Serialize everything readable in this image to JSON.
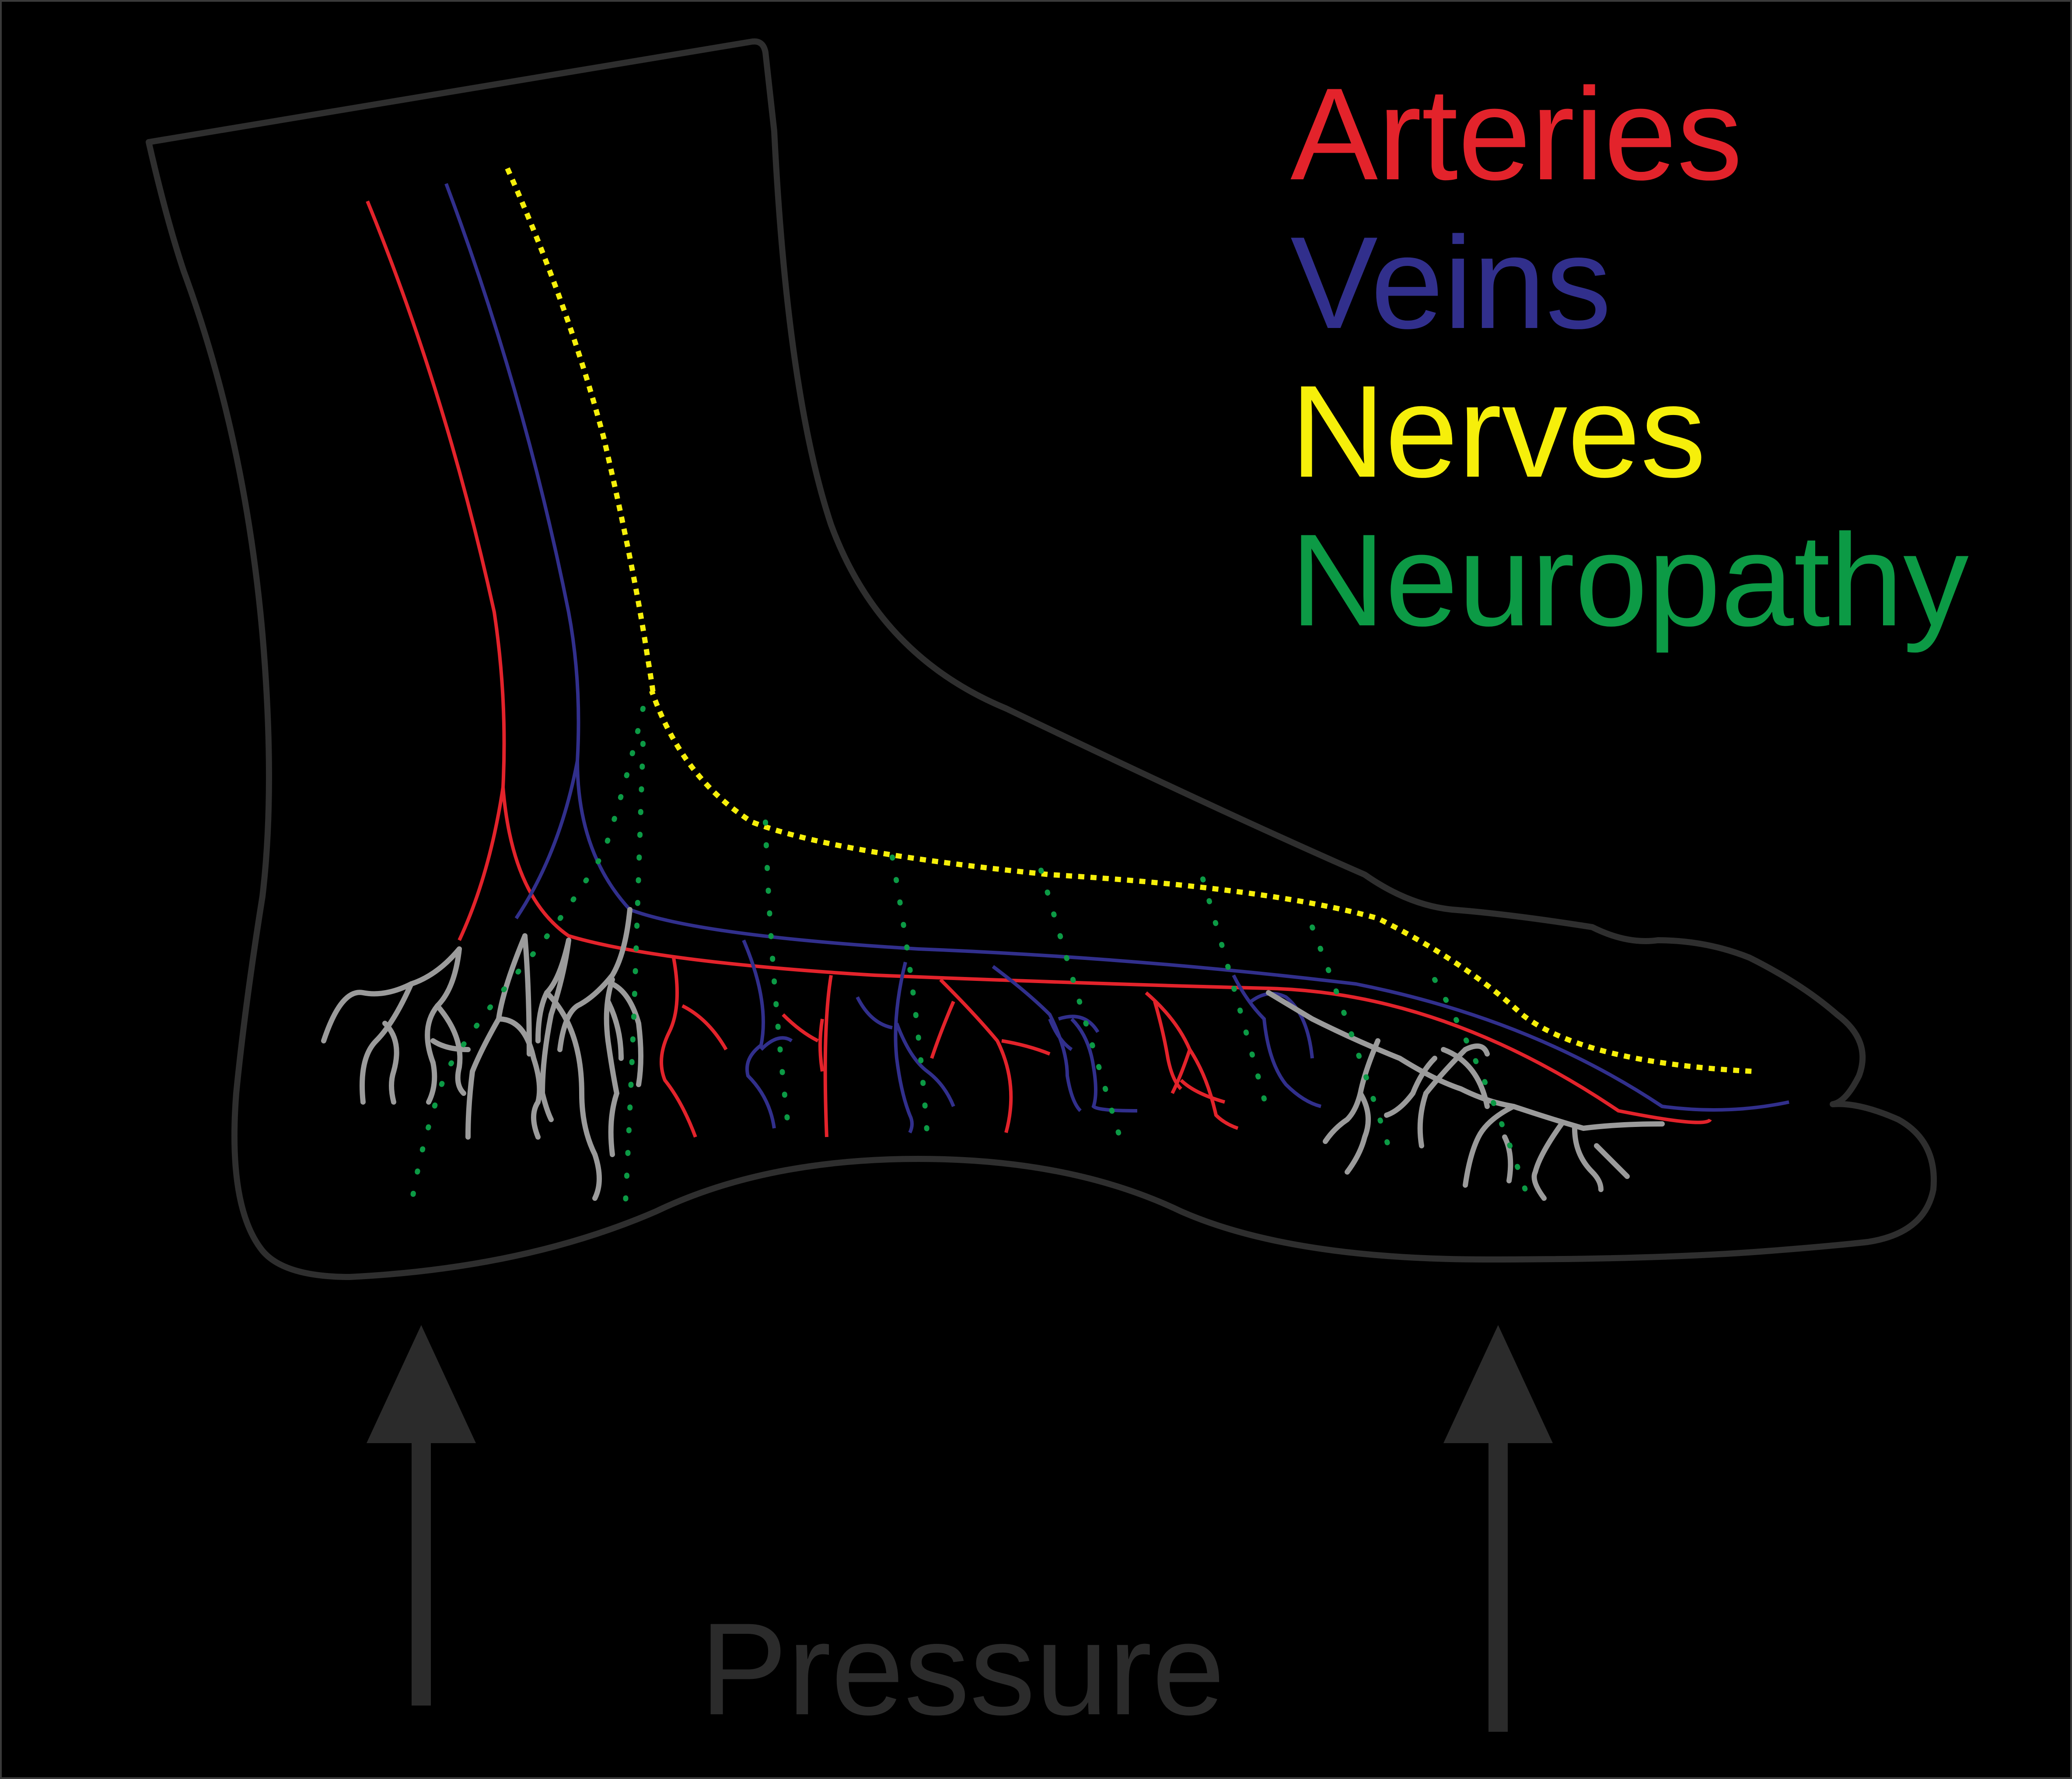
{
  "legend": {
    "arteries": {
      "label": "Arteries",
      "color": "#e3232b"
    },
    "veins": {
      "label": "Veins",
      "color": "#312f8c"
    },
    "nerves": {
      "label": "Nerves",
      "color": "#f6ef0a"
    },
    "neuropathy": {
      "label": "Neuropathy",
      "color": "#0c9a45"
    }
  },
  "pressure": {
    "label": "Pressure",
    "color": "#2b2b2b"
  },
  "colors": {
    "background": "#000000",
    "foot_outline": "#2e2e2e",
    "capillaries": "#9b9b9b",
    "frame": "#3a3a3a"
  }
}
